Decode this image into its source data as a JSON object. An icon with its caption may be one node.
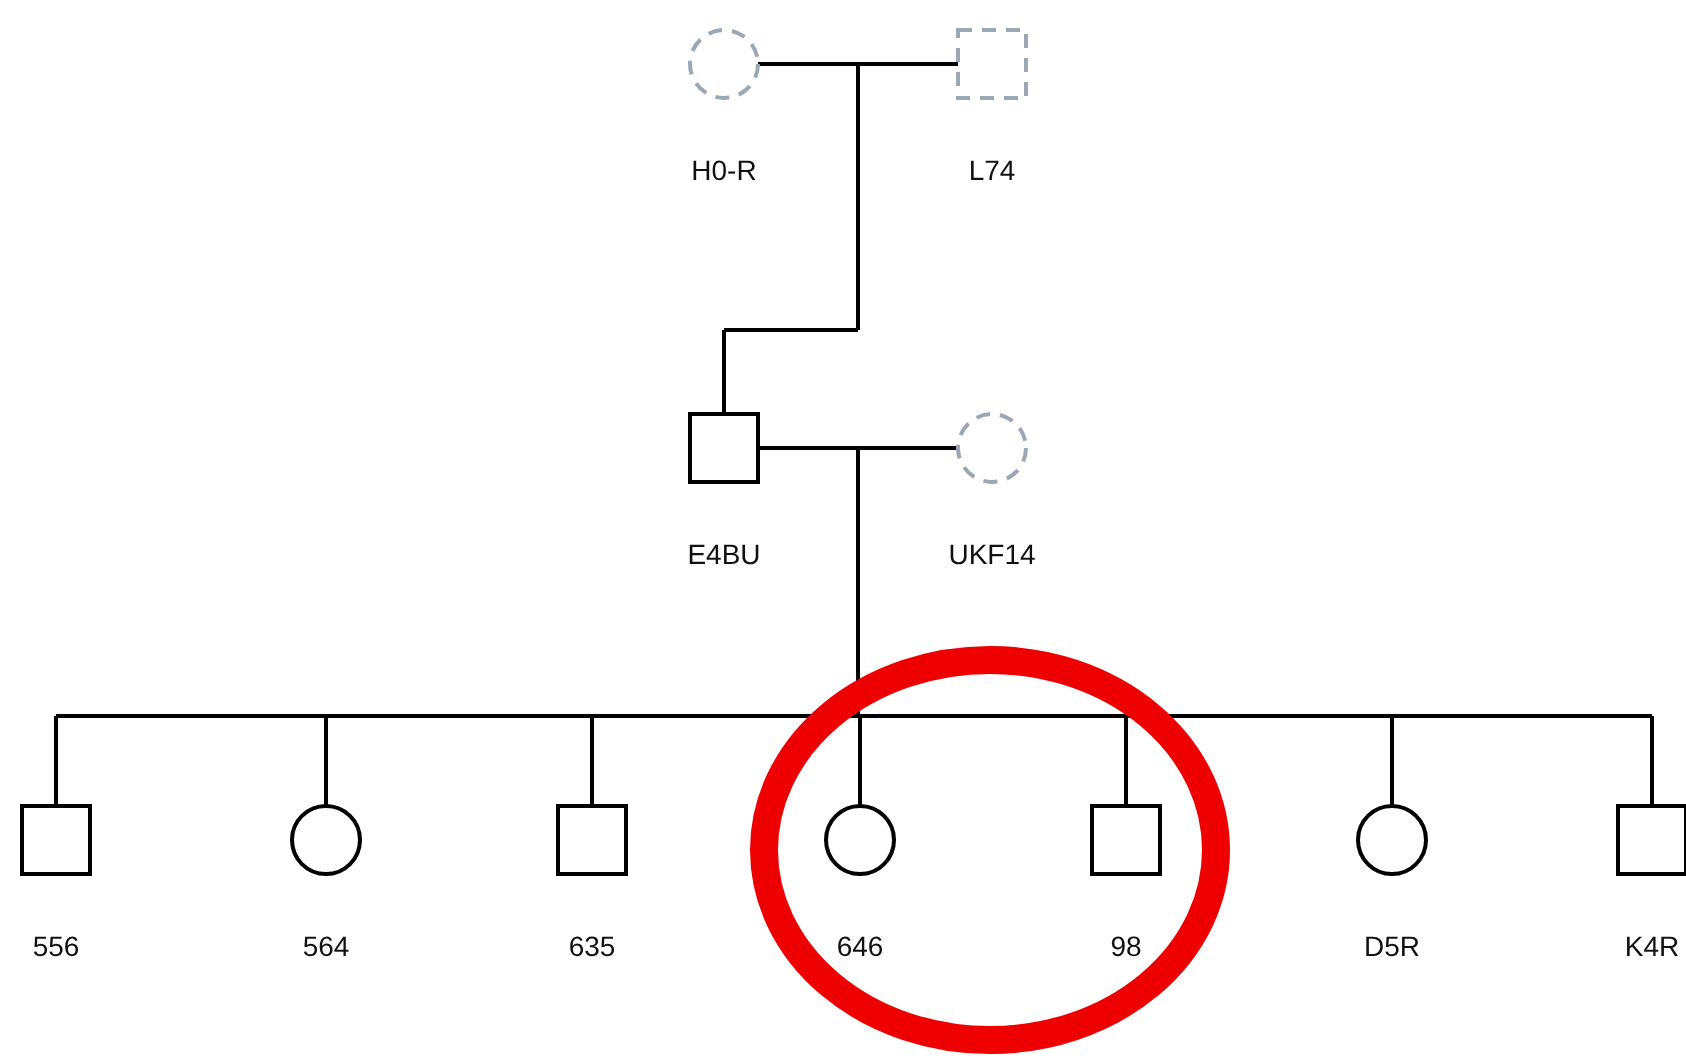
{
  "diagram": {
    "nodes": [
      {
        "text": [],
        "shape": "circle",
        "beside": [
          "H0-R"
        ]
      },
      {
        "text": [],
        "shape": "box",
        "beside": [
          "L74"
        ]
      },
      {
        "text": [],
        "shape": "box",
        "beside": [
          "E4BU"
        ]
      },
      {
        "text": [],
        "shape": "circle",
        "beside": [
          "UKF14"
        ]
      },
      {
        "text": [],
        "shape": "box",
        "beside": [
          "556"
        ]
      },
      {
        "text": [],
        "shape": "circle",
        "beside": [
          "564"
        ]
      },
      {
        "text": [],
        "shape": "box",
        "beside": [
          "635"
        ]
      },
      {
        "text": [],
        "shape": "circle",
        "beside": [
          "646"
        ]
      },
      {
        "text": [],
        "shape": "box",
        "beside": [
          "98"
        ]
      },
      {
        "text": [],
        "shape": "circle",
        "beside": [
          "D5R"
        ]
      },
      {
        "text": [],
        "shape": "box",
        "beside": [
          "K4R"
        ]
      }
    ],
    "edges": [
      {
        "from": 0,
        "to": 1,
        "arrow": "none"
      },
      {
        "from": 0,
        "to": 2,
        "arrow": "none"
      },
      {
        "from": 1,
        "to": 2,
        "arrow": "none"
      },
      {
        "from": 2,
        "to": 3,
        "arrow": "none"
      },
      {
        "from": 2,
        "to": 4,
        "arrow": "none"
      },
      {
        "from": 3,
        "to": 4,
        "arrow": "none"
      },
      {
        "from": 2,
        "to": 5,
        "arrow": "none"
      },
      {
        "from": 3,
        "to": 5,
        "arrow": "none"
      },
      {
        "from": 2,
        "to": 6,
        "arrow": "none"
      },
      {
        "from": 3,
        "to": 6,
        "arrow": "none"
      },
      {
        "from": 2,
        "to": 7,
        "arrow": "none"
      },
      {
        "from": 3,
        "to": 7,
        "arrow": "none"
      },
      {
        "from": 2,
        "to": 8,
        "arrow": "none"
      },
      {
        "from": 3,
        "to": 8,
        "arrow": "none"
      },
      {
        "from": 2,
        "to": 9,
        "arrow": "none"
      },
      {
        "from": 3,
        "to": 9,
        "arrow": "none"
      },
      {
        "from": 2,
        "to": 10,
        "arrow": "none"
      },
      {
        "from": 3,
        "to": 10,
        "arrow": "none"
      }
    ]
  }
}
